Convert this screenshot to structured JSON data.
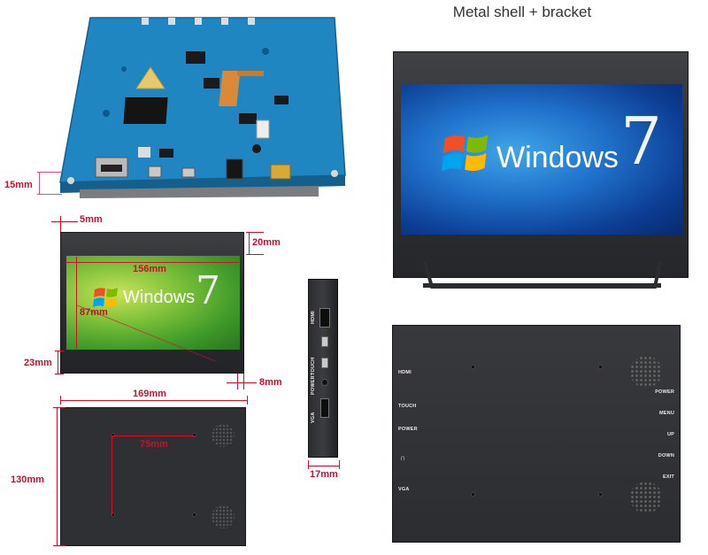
{
  "heading": "Metal shell + bracket",
  "screen_text": {
    "brand": "Windows",
    "version": "7"
  },
  "dimensions": {
    "pcb_thickness": "15mm",
    "bezel_side": "5mm",
    "bezel_top": "20mm",
    "active_width": "156mm",
    "active_height": "87mm",
    "bezel_bottom": "23mm",
    "bezel_right": "8mm",
    "total_width": "169mm",
    "total_height": "130mm",
    "hole_spacing": "75mm",
    "depth": "17mm"
  },
  "side_ports": [
    "HDMI",
    "TOUCH",
    "POWER",
    "VGA"
  ],
  "back_left_labels": [
    "HDMI",
    "TOUCH",
    "POWER",
    "VGA"
  ],
  "back_right_labels": [
    "POWER",
    "MENU",
    "UP",
    "DOWN",
    "EXIT"
  ],
  "colors": {
    "dimension_red": "#c8102e",
    "pcb_blue": "#1e7fb8",
    "metal_dark": "#2a2c30"
  }
}
